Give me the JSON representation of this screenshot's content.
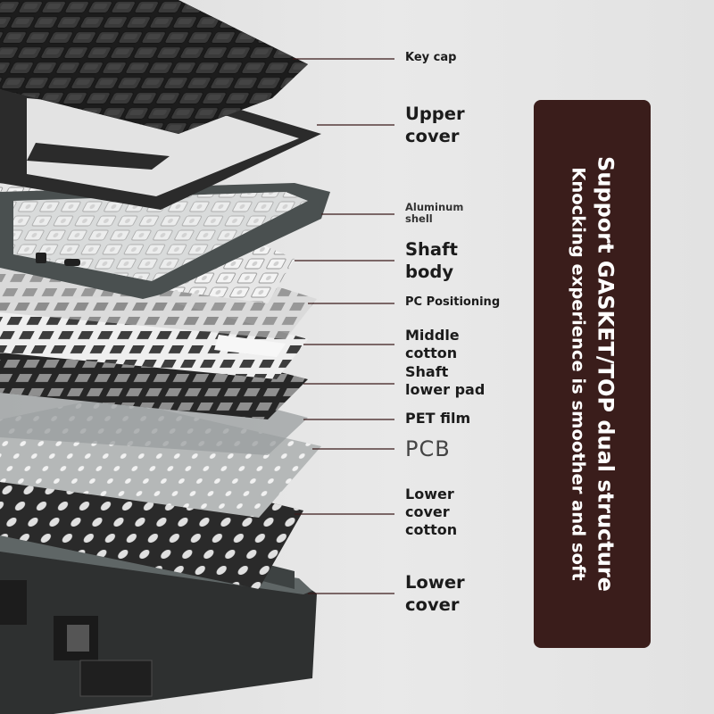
{
  "labels": {
    "key_cap": "Key cap",
    "upper_cover": "Upper\ncover",
    "aluminum_shell": "Aluminum\nshell",
    "shaft_body": "Shaft\nbody",
    "pc_positioning": "PC Positioning",
    "middle_cotton": "Middle\ncotton",
    "shaft_lower_pad": "Shaft\nlower pad",
    "pet_film": "PET film",
    "pcb": "PCB",
    "lower_cover_cotton": "Lower\ncover\ncotton",
    "lower_cover": "Lower\ncover"
  },
  "panel": {
    "title": "Support GASKET/TOP dual structure",
    "subtitle": "Knocking experience is smoother and soft"
  },
  "colors": {
    "background": "#e4e4e4",
    "panel": "#3a1d1b",
    "panel_text": "#ffffff",
    "leader_line": "#3a1a1a",
    "shell": "#4a5050",
    "keycap": "#2b2b2b"
  }
}
